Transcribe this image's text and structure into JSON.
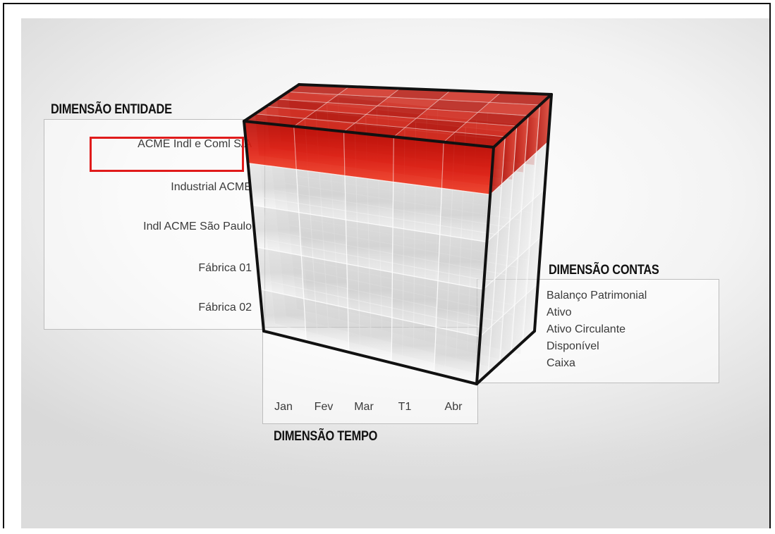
{
  "entity_dimension": {
    "title": "DIMENSÃO ENTIDADE",
    "items": [
      "ACME Indl e Coml S/A",
      "Industrial ACME",
      "Indl ACME São Paulo",
      "Fábrica 01",
      "Fábrica 02"
    ],
    "highlighted": "ACME Indl e Coml S/A"
  },
  "accounts_dimension": {
    "title": "DIMENSÃO CONTAS",
    "items": [
      "Balanço Patrimonial",
      "Ativo",
      "Ativo Circulante",
      "Disponível",
      "Caixa"
    ]
  },
  "time_dimension": {
    "title": "DIMENSÃO TEMPO",
    "items": [
      "Jan",
      "Fev",
      "Mar",
      "T1",
      "Abr"
    ]
  },
  "colors": {
    "highlight": "#e01b1b",
    "cube_red": "#d41a10",
    "cube_grey": "#bdbdbd",
    "edge": "#111111"
  }
}
